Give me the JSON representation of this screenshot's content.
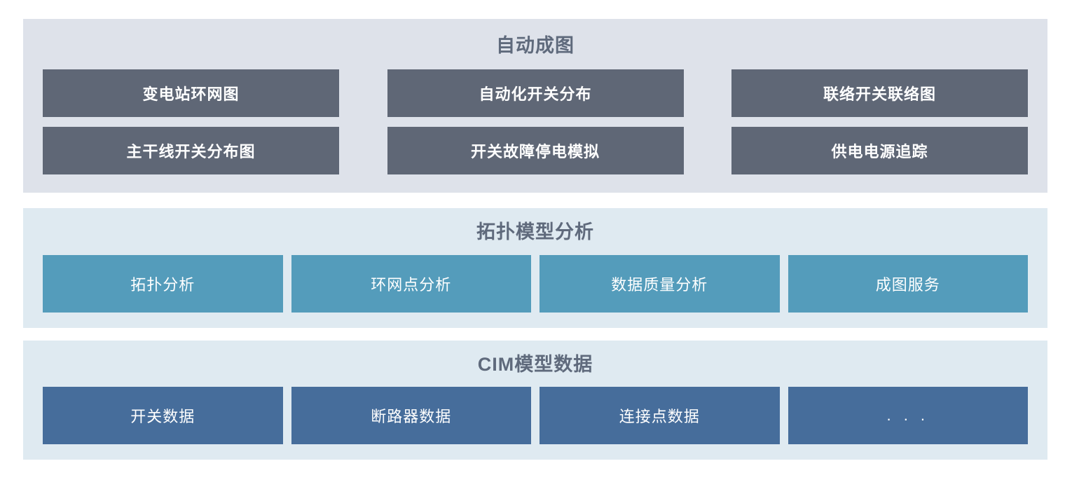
{
  "theme": {
    "page_background": "#ffffff",
    "panel_auto_mapping_bg": "#dee2ea",
    "panel_topology_bg": "#dfeaf1",
    "panel_cim_bg": "#dfeaf1",
    "tile_slate": "#5f6776",
    "tile_teal": "#549cbb",
    "tile_blue": "#466d9b",
    "title_color": "#5f6a7c",
    "tile_text_color": "#ffffff"
  },
  "sections": [
    {
      "id": "auto-mapping",
      "title": "自动成图",
      "rows": [
        [
          {
            "label": "变电站环网图"
          },
          {
            "label": "自动化开关分布"
          },
          {
            "label": "联络开关联络图"
          }
        ],
        [
          {
            "label": "主干线开关分布图"
          },
          {
            "label": "开关故障停电模拟"
          },
          {
            "label": "供电电源追踪"
          }
        ]
      ]
    },
    {
      "id": "topology-model-analysis",
      "title": "拓扑模型分析",
      "rows": [
        [
          {
            "label": "拓扑分析"
          },
          {
            "label": "环网点分析"
          },
          {
            "label": "数据质量分析"
          },
          {
            "label": "成图服务"
          }
        ]
      ]
    },
    {
      "id": "cim-model-data",
      "title": "CIM模型数据",
      "rows": [
        [
          {
            "label": "开关数据"
          },
          {
            "label": "断路器数据"
          },
          {
            "label": "连接点数据"
          },
          {
            "label": ". . ."
          }
        ]
      ]
    }
  ]
}
